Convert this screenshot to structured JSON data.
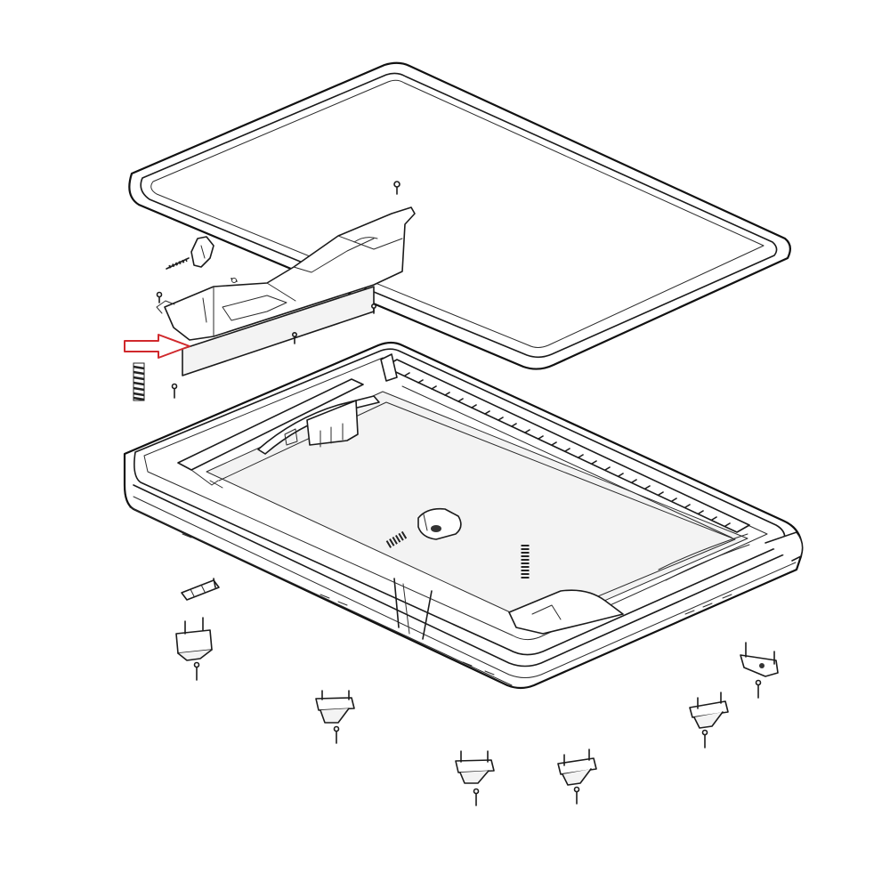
{
  "diagram": {
    "colors": {
      "line": "#1a1a1a",
      "background": "#ffffff",
      "arrow": "#d0282c",
      "part_fill": "#f3f3f3"
    },
    "parts": [
      "upper-seal-frame",
      "lower-base-frame",
      "hinge-bracket",
      "indicator-arrow",
      "springs",
      "clips",
      "screws"
    ]
  }
}
